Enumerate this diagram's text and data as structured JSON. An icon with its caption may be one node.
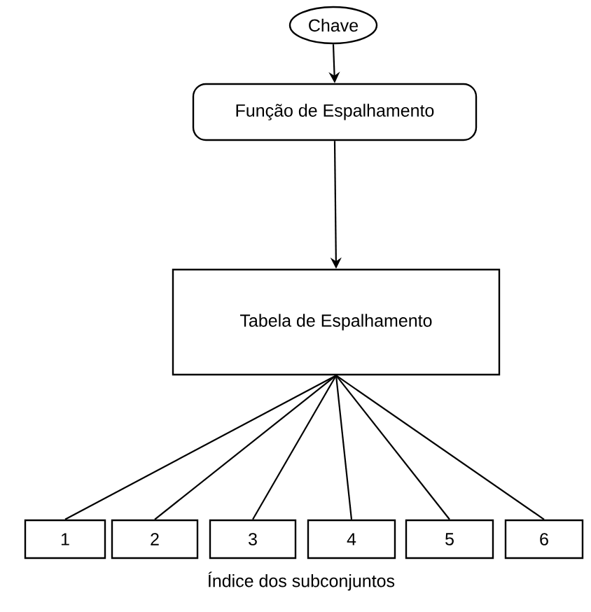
{
  "diagram": {
    "nodes": [
      {
        "text": [
          "Chave"
        ]
      },
      {
        "text": [
          "Função de Espalhamento"
        ]
      },
      {
        "text": [
          "Tabela de Espalhamento"
        ]
      },
      {
        "text": [
          "1"
        ]
      },
      {
        "text": [
          "2"
        ]
      },
      {
        "text": [
          "3"
        ]
      },
      {
        "text": [
          "4"
        ]
      },
      {
        "text": [
          "5"
        ]
      },
      {
        "text": [
          "6"
        ]
      }
    ],
    "edges": [
      {
        "from": 0,
        "to": 1,
        "arrow": "to"
      },
      {
        "from": 1,
        "to": 2,
        "arrow": "to"
      },
      {
        "from": 2,
        "to": 3,
        "arrow": "none"
      },
      {
        "from": 2,
        "to": 4,
        "arrow": "none"
      },
      {
        "from": 2,
        "to": 5,
        "arrow": "none"
      },
      {
        "from": 2,
        "to": 6,
        "arrow": "none"
      },
      {
        "from": 2,
        "to": 7,
        "arrow": "none"
      },
      {
        "from": 2,
        "to": 8,
        "arrow": "none"
      }
    ],
    "labels": [
      "Índice dos subconjuntos"
    ]
  }
}
